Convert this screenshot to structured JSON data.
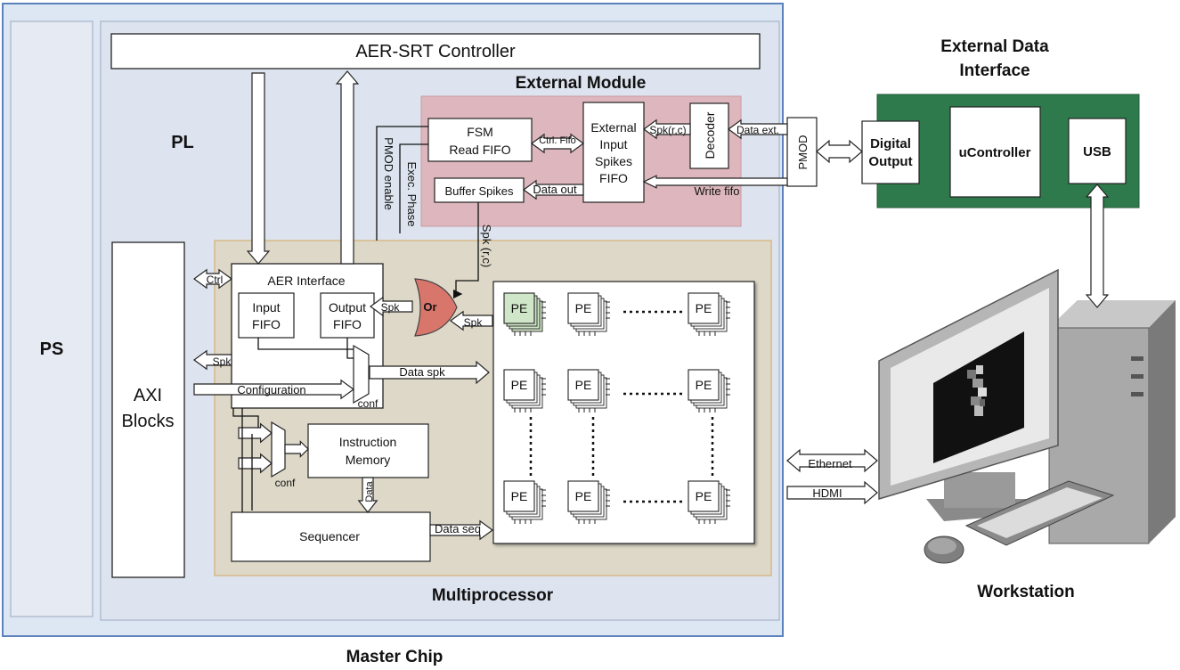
{
  "labels": {
    "master_chip": "Master Chip",
    "ps": "PS",
    "pl": "PL",
    "aer_controller": "AER-SRT Controller",
    "external_module": "External Module",
    "multiprocessor": "Multiprocessor",
    "axi_line1": "AXI",
    "axi_line2": "Blocks",
    "aer_interface": "AER Interface",
    "input_fifo_1": "Input",
    "input_fifo_2": "FIFO",
    "output_fifo_1": "Output",
    "output_fifo_2": "FIFO",
    "fsm_1": "FSM",
    "fsm_2": "Read FIFO",
    "ext_fifo_1": "External",
    "ext_fifo_2": "Input",
    "ext_fifo_3": "Spikes",
    "ext_fifo_4": "FIFO",
    "decoder": "Decoder",
    "buffer_spikes": "Buffer Spikes",
    "instruction_1": "Instruction",
    "instruction_2": "Memory",
    "sequencer": "Sequencer",
    "or_gate": "Or",
    "pe": "PE",
    "pmod": "PMOD",
    "ext_data_1": "External Data",
    "ext_data_2": "Interface",
    "digital_output_1": "Digital",
    "digital_output_2": "Output",
    "ucontroller": "uController",
    "usb": "USB",
    "workstation": "Workstation"
  },
  "signals": {
    "ctrl": "Ctrl",
    "spk": "Spk",
    "configuration": "Configuration",
    "data_spk": "Data spk",
    "conf": "conf",
    "data": "Data",
    "data_seq": "Data seq",
    "spk_rc": "Spk (r,c)",
    "spk_rc_short": "Spk(r,c)",
    "data_out": "Data out",
    "data_ext": "Data ext.",
    "ctrl_fifo": "Ctrl. Fifo",
    "write_fifo": "Write fifo",
    "pmod_enable": "PMOD enable",
    "exec_phase": "Exec. Phase",
    "ethernet": "Ethernet",
    "hdmi": "HDMI"
  },
  "colors": {
    "master_fill": "#dde6f3",
    "master_border": "#5b82bd",
    "ps_fill": "#e6ebf3",
    "pl_fill": "#dde4ef",
    "multiproc_fill": "#ddd8c8",
    "multiproc_border": "#d7b98a",
    "external_fill": "#ddb7bd",
    "ext_iface_fill": "#2e7a4c",
    "or_fill": "#d9766c",
    "pe_green": "#cfe7c8"
  },
  "icons": [
    "workstation-monitor-icon",
    "workstation-tower-icon",
    "keyboard-icon",
    "mouse-icon"
  ]
}
